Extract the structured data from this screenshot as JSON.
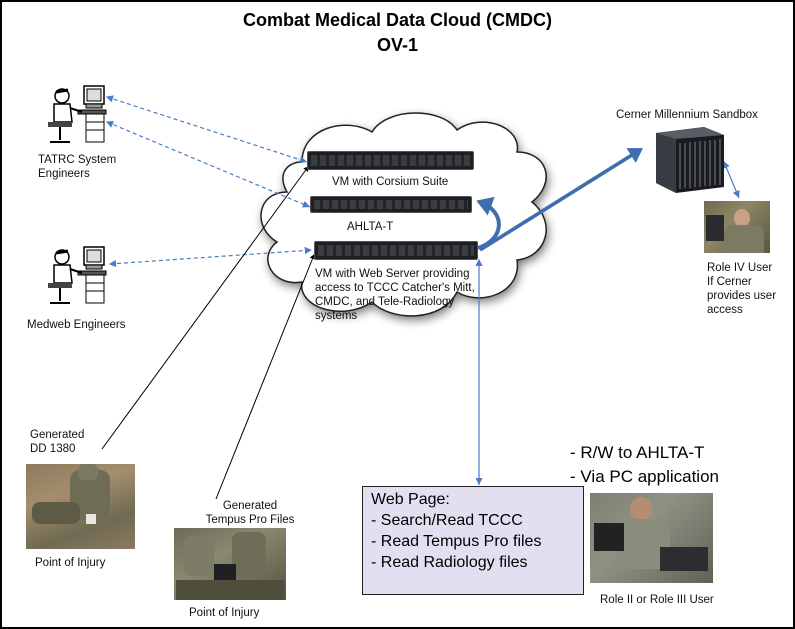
{
  "title_line1": "Combat Medical Data Cloud (CMDC)",
  "title_line2": "OV-1",
  "labels": {
    "tatrc": "TATRC System\nEngineers",
    "medweb": "Medweb Engineers",
    "vm_corsium": "VM with Corsium Suite",
    "ahlta": "AHLTA-T",
    "vm_web": "VM with Web Server providing\naccess to TCCC Catcher's Mitt,\nCMDC, and Tele-Radiology\nsystems",
    "cerner": "Cerner Millennium  Sandbox",
    "role4": "Role IV User\nIf Cerner\nprovides user\naccess",
    "generated_dd": "Generated\nDD 1380",
    "poi1": "Point of Injury",
    "generated_tempus": "Generated\nTempus  Pro Files",
    "poi2": "Point of Injury",
    "role23": "Role II or Role III User"
  },
  "bullets": [
    "-    R/W to AHLTA-T",
    "-    Via PC application"
  ],
  "webpage": {
    "heading": "Web Page:",
    "items": [
      "-    Search/Read TCCC",
      "-    Read Tempus Pro files",
      "-    Read Radiology files"
    ]
  },
  "colors": {
    "dashed_arrow": "#4a7cc7",
    "blue_arrow": "#3c6eb0",
    "webbox_fill": "#e4dff0"
  },
  "icons": [
    "engineer-workstation-icon",
    "server-rack-icon",
    "server-tower-icon"
  ]
}
